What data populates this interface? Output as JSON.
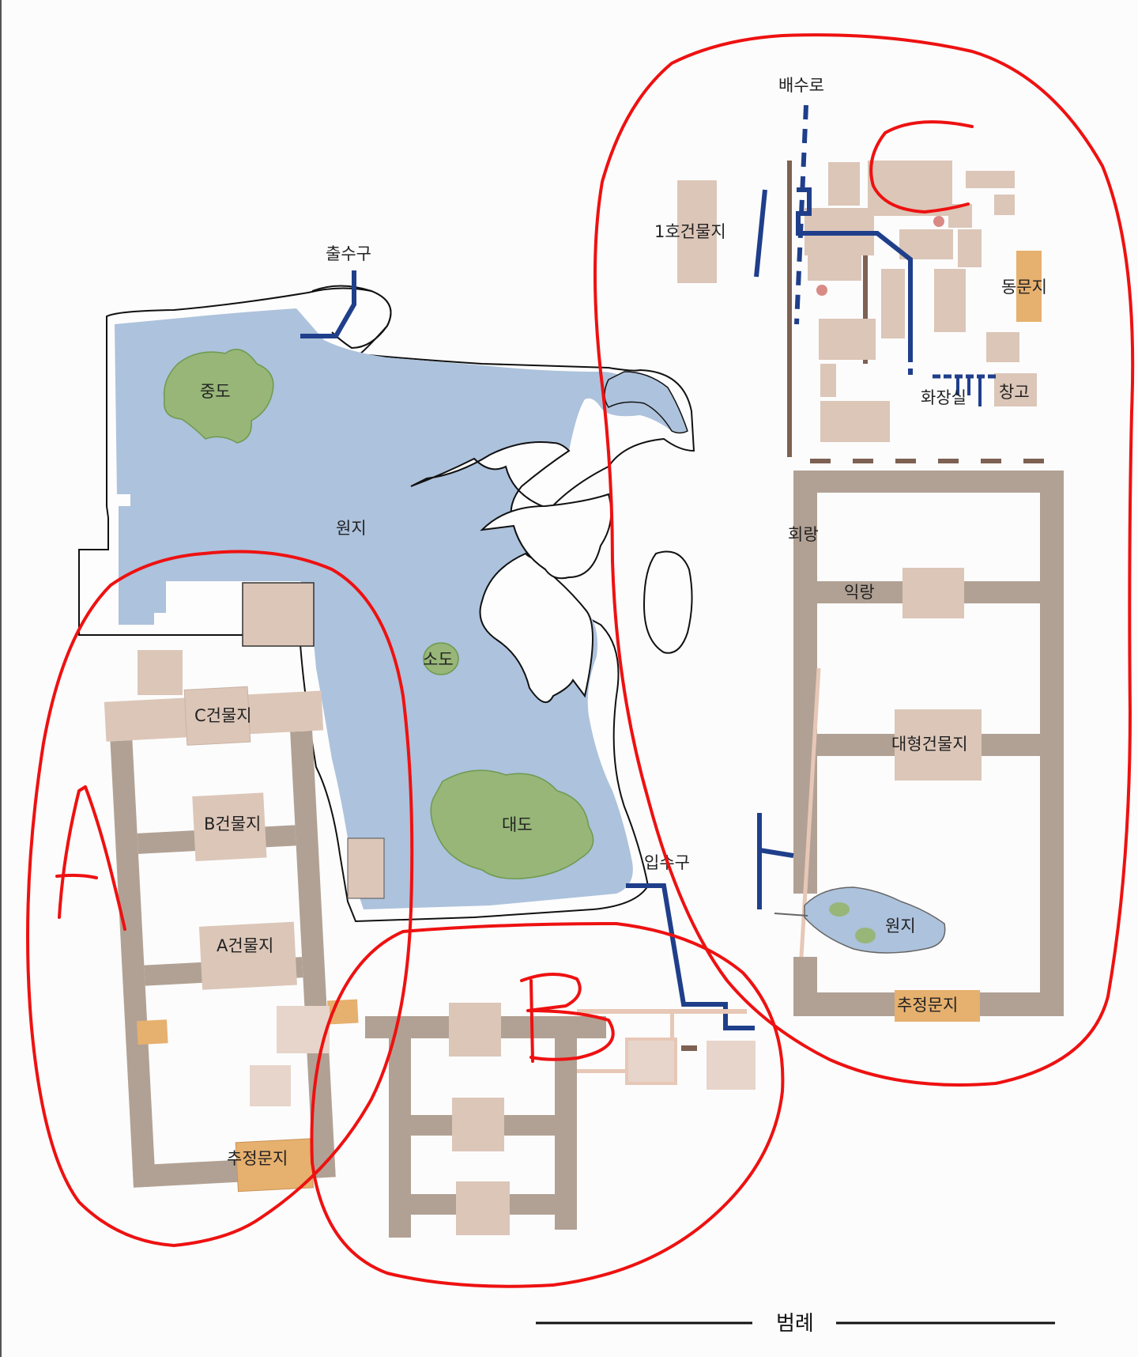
{
  "colors": {
    "pond_fill": "#adc2dc",
    "island_fill": "#97b678",
    "corridor": "#b1a194",
    "building": "#dcc6b8",
    "gate": "#e6b06e",
    "drain": "#1f3f8b",
    "annotation_red": "#ee1111",
    "timber": "#7d6152"
  },
  "labels": {
    "outlet": "출수구",
    "middle_island": "중도",
    "pond": "원지",
    "small_island": "소도",
    "big_island": "대도",
    "inlet": "입수구",
    "building_c": "C건물지",
    "building_b": "B건물지",
    "building_a": "A건물지",
    "south_gate_left": "추정문지",
    "drainage": "배수로",
    "building_1": "1호건물지",
    "east_gate": "동문지",
    "toilet": "화장실",
    "storehouse": "창고",
    "corridor": "회랑",
    "wing_room": "익랑",
    "main_hall": "대형건물지",
    "small_pond": "원지",
    "south_gate_right": "추정문지",
    "legend": "범례"
  },
  "annotations": {
    "zone_a": "A",
    "zone_b": "B",
    "zone_c": "C"
  }
}
